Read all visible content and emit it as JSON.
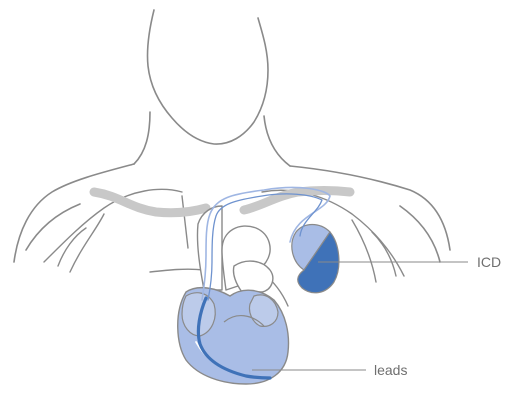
{
  "labels": {
    "icd": "ICD",
    "leads": "leads"
  },
  "colors": {
    "outline": "#8a8a8a",
    "clavicle": "#c8c8c8",
    "vessel_fill": "#ffffff",
    "heart_fill": "#a9bde6",
    "icd_light": "#a9bde6",
    "icd_dark": "#3f72b8",
    "lead": "#4e7fc4",
    "leader_line": "#8a8a8a"
  },
  "icons": {
    "figure": "human-torso-outline",
    "device": "icd-device",
    "heart": "heart-illustration"
  }
}
